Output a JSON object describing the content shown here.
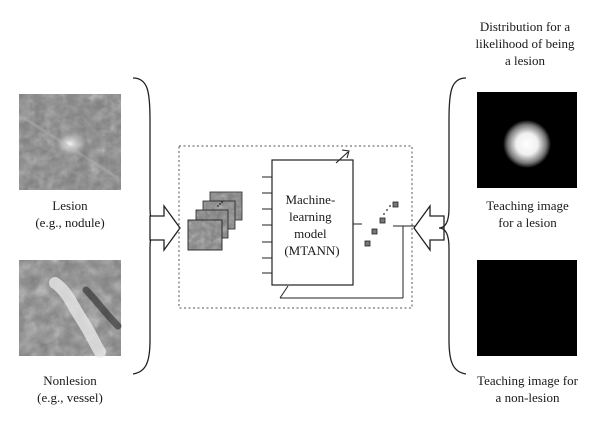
{
  "left": {
    "lesion_label": "Lesion\n(e.g., nodule)",
    "nonlesion_label": "Nonlesion\n(e.g., vessel)"
  },
  "center": {
    "model_label": [
      "Machine-",
      "learning",
      "model",
      "(MTANN)"
    ]
  },
  "right": {
    "distribution_label": "Distribution for a\nlikelihood of being\na lesion",
    "teaching_lesion_label": "Teaching image\nfor a lesion",
    "teaching_nonlesion_label": "Teaching image for\na non-lesion"
  },
  "colors": {
    "line": "#222222",
    "dotted_border": "#555555",
    "teaching_bg": "#000000"
  }
}
